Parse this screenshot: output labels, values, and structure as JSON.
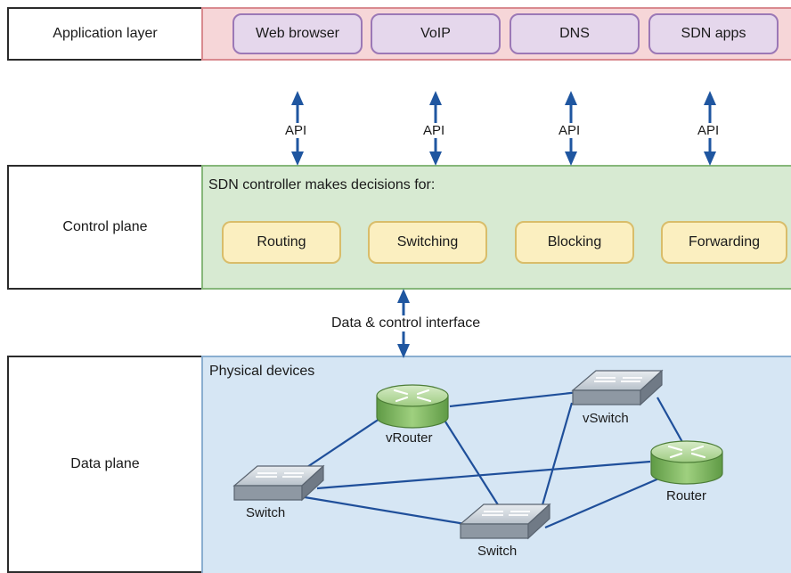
{
  "layers": {
    "application": "Application layer",
    "control": "Control plane",
    "data": "Data plane"
  },
  "apps": [
    "Web browser",
    "VoIP",
    "DNS",
    "SDN apps"
  ],
  "api_label": "API",
  "controller_caption": "SDN controller makes decisions for:",
  "functions": [
    "Routing",
    "Switching",
    "Blocking",
    "Forwarding"
  ],
  "interface_label": "Data & control interface",
  "physical_caption": "Physical devices",
  "devices": {
    "vrouter": "vRouter",
    "vswitch": "vSwitch",
    "switch_left": "Switch",
    "switch_bottom": "Switch",
    "router": "Router"
  },
  "colors": {
    "arrow": "#1f56a0",
    "link": "#1f4f9a",
    "router_body": "#7fb861",
    "switch_body": "#9aa3ad"
  }
}
